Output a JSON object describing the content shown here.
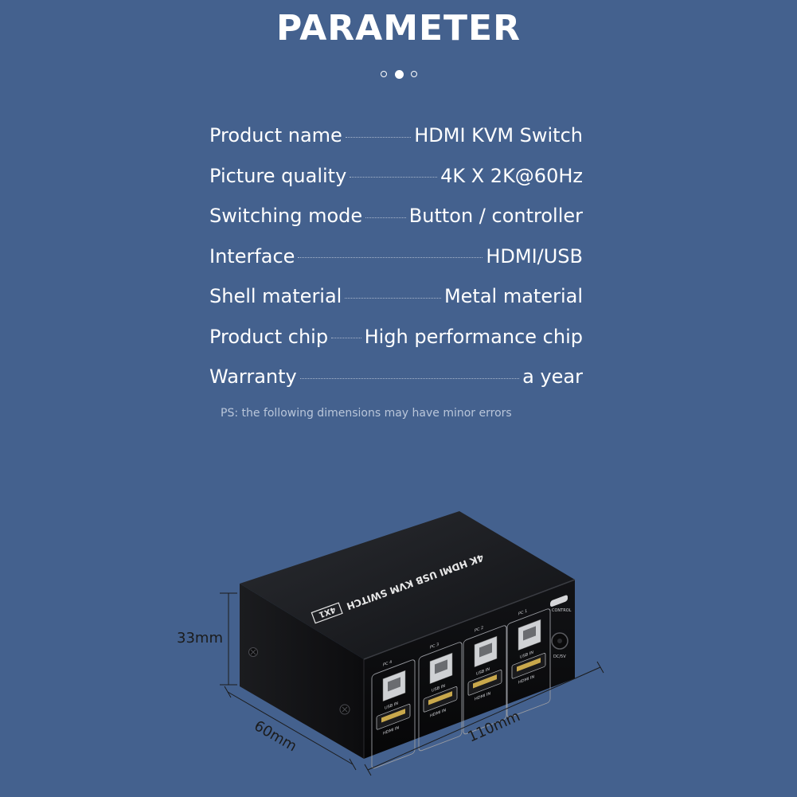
{
  "header": {
    "title": "PARAMETER"
  },
  "pager": {
    "count": 3,
    "active": 1
  },
  "parameters": [
    {
      "label": "Product name",
      "value": "HDMI KVM Switch"
    },
    {
      "label": "Picture quality",
      "value": "4K X 2K@60Hz"
    },
    {
      "label": "Switching mode",
      "value": "Button / controller"
    },
    {
      "label": "Interface",
      "value": "HDMI/USB"
    },
    {
      "label": "Shell material",
      "value": "Metal material"
    },
    {
      "label": "Product chip",
      "value": "High performance chip"
    },
    {
      "label": "Warranty",
      "value": "a year"
    }
  ],
  "note": "PS: the following dimensions may have minor errors",
  "device": {
    "top_print": "4K HDMI USB KVM SWITCH",
    "badge": "4X1",
    "ports": [
      {
        "pc": "PC 4",
        "usb": "USB IN",
        "hdmi": "HDMI IN"
      },
      {
        "pc": "PC 3",
        "usb": "USB IN",
        "hdmi": "HDMI IN"
      },
      {
        "pc": "PC 2",
        "usb": "USB IN",
        "hdmi": "HDMI IN"
      },
      {
        "pc": "PC 1",
        "usb": "USB IN",
        "hdmi": "HDMI IN"
      }
    ],
    "control_label": "CONTROL",
    "power_label": "DC/5V"
  },
  "dimensions": {
    "height": "33mm",
    "depth": "60mm",
    "width": "110mm"
  }
}
